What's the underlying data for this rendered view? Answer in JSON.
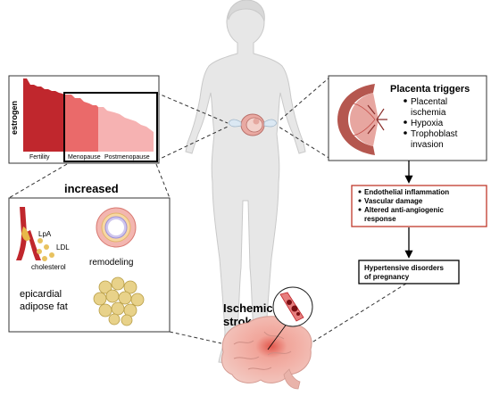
{
  "estrogen_panel": {
    "ylabel": "estrogen",
    "phases": [
      "Fertility",
      "Menopause",
      "Postmenopause"
    ]
  },
  "placenta_panel": {
    "title": "Placenta triggers",
    "items": [
      [
        "Placental",
        "ischemia"
      ],
      [
        "Hypoxia"
      ],
      [
        "Trophoblast",
        "invasion"
      ]
    ]
  },
  "inflammation_box": {
    "items": [
      [
        "Endothelial inflammation"
      ],
      [
        "Vascular damage"
      ],
      [
        "Altered anti-angiogenic",
        "response"
      ]
    ]
  },
  "hypertension_box": {
    "lines": [
      "Hypertensive disorders",
      "of pregnancy"
    ]
  },
  "increased_panel": {
    "title": "increased",
    "labels": {
      "lpa": "LpA",
      "ldl": "LDL",
      "cholesterol": "cholesterol",
      "remodeling": "remodeling",
      "epicardial_1": "epicardial",
      "epicardial_2": "adipose fat"
    }
  },
  "stroke": {
    "lines": [
      "Ischemic",
      "stroke"
    ]
  },
  "colors": {
    "estrogen_dark": "#c0272d",
    "estrogen_mid": "#ea6a6a",
    "estrogen_light": "#f6b2b2",
    "box_red": "#c0392b",
    "arrow": "#000000",
    "placenta": "#b5574f",
    "adipose": "#e8d28a",
    "brain": "#f1c0b8"
  }
}
